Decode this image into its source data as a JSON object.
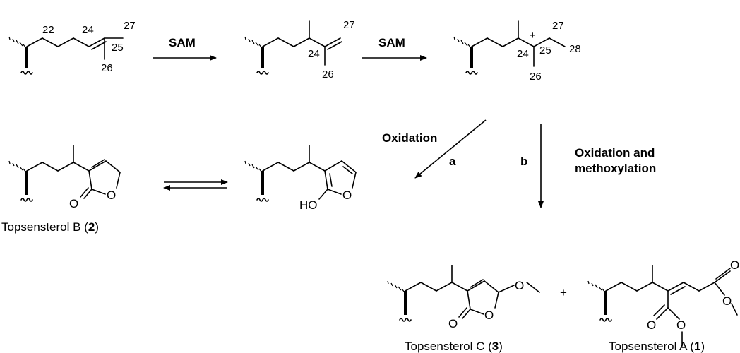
{
  "scheme": {
    "reagents": {
      "step1": "SAM",
      "step2": "SAM",
      "path_a": "Oxidation",
      "path_a_label": "a",
      "path_b": "b",
      "path_b_line1": "Oxidation and",
      "path_b_line2": "methoxylation"
    },
    "atom_numbers": {
      "m1": {
        "c22": "22",
        "c24": "24",
        "c25": "25",
        "c26": "26",
        "c27": "27"
      },
      "m2": {
        "c24": "24",
        "c26": "26",
        "c27": "27"
      },
      "m3": {
        "c24": "24",
        "c25": "25",
        "c26": "26",
        "c27": "27",
        "c28": "28",
        "charge": "+"
      }
    },
    "atoms": {
      "ho": "HO",
      "o": "O",
      "plus": "+"
    },
    "compounds": {
      "b": {
        "name": "Topsensterol B (",
        "num": "2",
        "close": ")"
      },
      "c": {
        "name": "Topsensterol C (",
        "num": "3",
        "close": ")"
      },
      "a": {
        "name": "Topsensterol A (",
        "num": "1",
        "close": ")"
      }
    }
  }
}
